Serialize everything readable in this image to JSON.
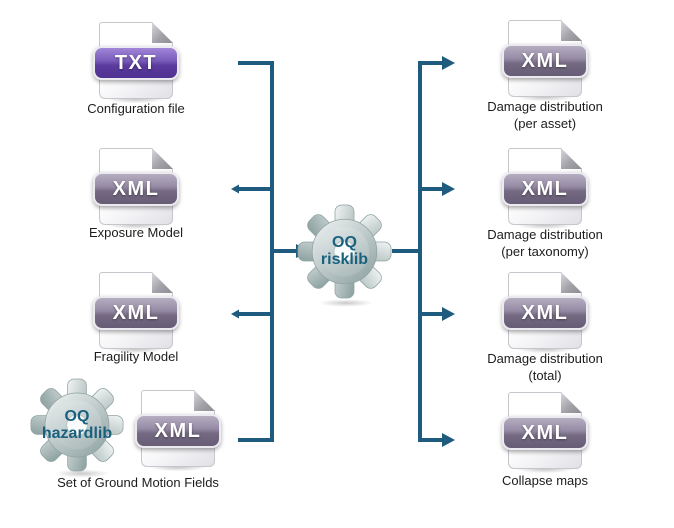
{
  "colors": {
    "connector": "#1f5b7e",
    "txt_badge": "#5b3b9d",
    "xml_badge": "#746981",
    "gear_text": "#1a617f",
    "background": "#ffffff"
  },
  "center_gear": {
    "icon": "gear-icon",
    "line1": "OQ",
    "line2": "risklib"
  },
  "inputs": [
    {
      "icon": "txt-file-icon",
      "badge": "TXT",
      "label": "Configuration file"
    },
    {
      "icon": "xml-file-icon",
      "badge": "XML",
      "label": "Exposure Model"
    },
    {
      "icon": "xml-file-icon",
      "badge": "XML",
      "label": "Fragility Model"
    },
    {
      "icon": "gear-and-xml-file-icon",
      "badge": "XML",
      "label": "Set of Ground Motion Fields",
      "gear": {
        "icon": "gear-icon",
        "line1": "OQ",
        "line2": "hazardlib"
      }
    }
  ],
  "outputs": [
    {
      "icon": "xml-file-icon",
      "badge": "XML",
      "label_line1": "Damage distribution",
      "label_line2": "(per asset)"
    },
    {
      "icon": "xml-file-icon",
      "badge": "XML",
      "label_line1": "Damage distribution",
      "label_line2": "(per taxonomy)"
    },
    {
      "icon": "xml-file-icon",
      "badge": "XML",
      "label_line1": "Damage distribution",
      "label_line2": "(total)"
    },
    {
      "icon": "xml-file-icon",
      "badge": "XML",
      "label_line1": "Collapse maps",
      "label_line2": ""
    }
  ]
}
